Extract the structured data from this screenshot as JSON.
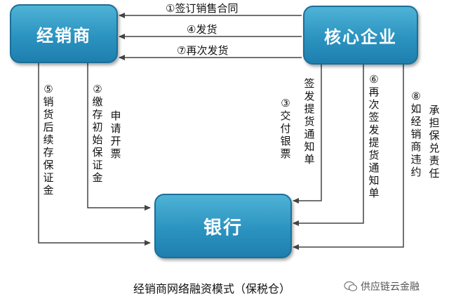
{
  "nodes": {
    "dealer": "经销商",
    "core": "核心企业",
    "bank": "银行"
  },
  "edges": {
    "e1": "①签订销售合同",
    "e4": "④发货",
    "e7": "⑦再次发货",
    "e5": "⑤\n销\n货\n后\n续\n存\n保\n证\n金",
    "e2a": "②\n缴\n存\n初\n始\n保\n证\n金",
    "e2b": "申\n请\n开\n票",
    "e3a": "签\n发\n提\n货\n通\n知\n单",
    "e3b": "③\n交\n付\n银\n票",
    "e6": "⑥\n再\n次\n签\n发\n提\n货\n通\n知\n单",
    "e8a": "⑧\n如\n经\n销\n商\n违\n约",
    "e8b": "承\n担\n保\n兑\n责\n任"
  },
  "caption": "经销商网络融资模式（保税仓）",
  "watermark": "供应链云金融",
  "colors": {
    "box_fill": "#2b93c0",
    "box_border": "#1b6f98",
    "arrow": "#444444"
  }
}
